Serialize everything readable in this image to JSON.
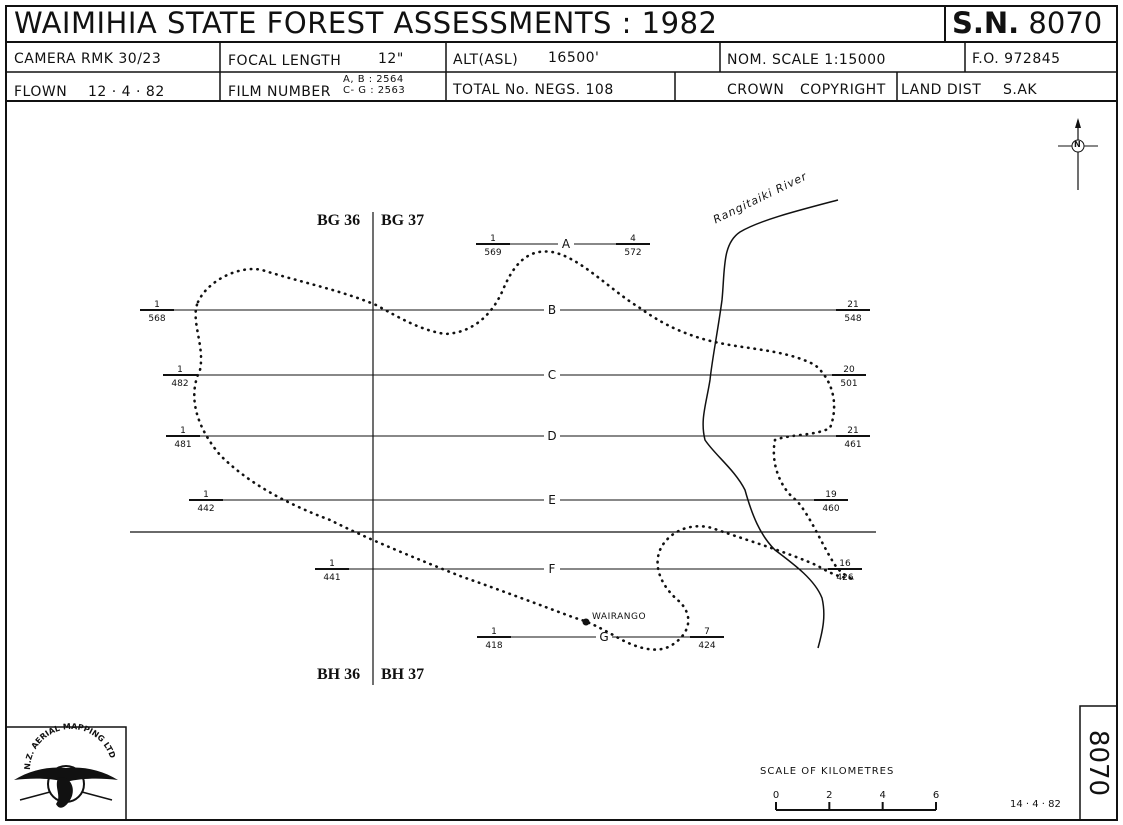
{
  "header": {
    "title": "WAIMIHIA   STATE   FOREST   ASSESSMENTS : 1982",
    "sn_label": "S.N.",
    "sn_number": "8070"
  },
  "row1": {
    "camera": "CAMERA  RMK 30/23",
    "focal_label": "FOCAL LENGTH",
    "focal_value": "12\"",
    "alt_label": "ALT(ASL)",
    "alt_value": "16500'",
    "scale": "NOM. SCALE  1:15000",
    "fo": "F.O.  972845"
  },
  "row2": {
    "flown_label": "FLOWN",
    "flown_value": "12 · 4 · 82",
    "film_label": "FILM NUMBER",
    "film_ab": "A, B : 2564",
    "film_cg": "C- G : 2563",
    "negs": "TOTAL No. NEGS.  108",
    "crown": "CROWN",
    "copyright": "COPYRIGHT",
    "land_label": "LAND DIST",
    "land_value": "S.AK"
  },
  "map": {
    "sheet_tl": "BG 36",
    "sheet_tr": "BG 37",
    "sheet_bl": "BH 36",
    "sheet_br": "BH 37",
    "river_label": "Rangitaiki  River",
    "place_label": "WAIRANGO",
    "north_label": "N",
    "strips": [
      {
        "letter": "A",
        "start_frame": "1",
        "start_neg": "569",
        "end_frame": "4",
        "end_neg": "572"
      },
      {
        "letter": "B",
        "start_frame": "1",
        "start_neg": "568",
        "end_frame": "21",
        "end_neg": "548"
      },
      {
        "letter": "C",
        "start_frame": "1",
        "start_neg": "482",
        "end_frame": "20",
        "end_neg": "501"
      },
      {
        "letter": "D",
        "start_frame": "1",
        "start_neg": "481",
        "end_frame": "21",
        "end_neg": "461"
      },
      {
        "letter": "E",
        "start_frame": "1",
        "start_neg": "442",
        "end_frame": "19",
        "end_neg": "460"
      },
      {
        "letter": "F",
        "start_frame": "1",
        "start_neg": "441",
        "end_frame": "16",
        "end_neg": "426"
      },
      {
        "letter": "G",
        "start_frame": "1",
        "start_neg": "418",
        "end_frame": "7",
        "end_neg": "424"
      }
    ]
  },
  "scale_bar": {
    "title": "SCALE    OF   KILOMETRES",
    "ticks": [
      "0",
      "2",
      "4",
      "6"
    ]
  },
  "footer": {
    "date": "14 · 4 · 82",
    "side_number": "8070",
    "logo_text": "N.Z. AERIAL MAPPING LTD"
  },
  "colors": {
    "ink": "#111111",
    "paper": "#ffffff"
  }
}
